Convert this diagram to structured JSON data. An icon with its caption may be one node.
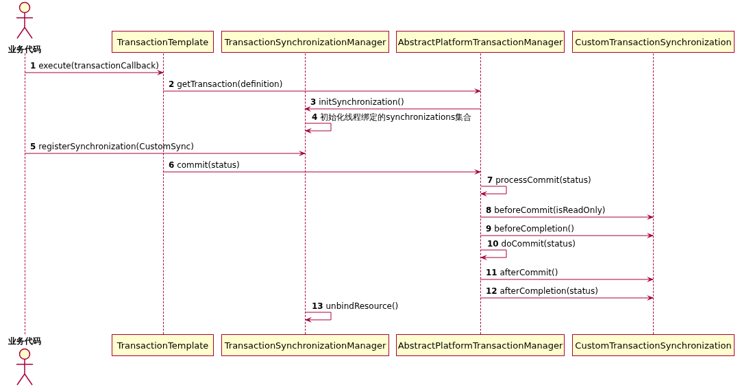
{
  "diagram": {
    "nodes": [
      {
        "text": [
          "业务代码"
        ]
      },
      {
        "text": [
          "TransactionTemplate"
        ]
      },
      {
        "text": [
          "TransactionSynchronizationManager"
        ]
      },
      {
        "text": [
          "AbstractPlatformTransactionManager"
        ]
      },
      {
        "text": [
          "CustomTransactionSynchronization"
        ]
      },
      {
        "text": [],
        "shape": "bar"
      },
      {
        "text": [],
        "shape": "bar"
      },
      {
        "text": [],
        "shape": "bar"
      },
      {
        "text": [],
        "shape": "bar"
      },
      {
        "text": [],
        "shape": "bar"
      },
      {
        "text": [
          "业务代码"
        ]
      },
      {
        "text": [
          "TransactionTemplate"
        ]
      },
      {
        "text": [
          "TransactionSynchronizationManager"
        ]
      },
      {
        "text": [
          "AbstractPlatformTransactionManager"
        ]
      },
      {
        "text": [
          "CustomTransactionSynchronization"
        ]
      }
    ],
    "edges": [
      {
        "from": 5,
        "to": 6,
        "arrow": "to",
        "label": "**1** execute(transactionCallback)"
      },
      {
        "from": 6,
        "to": 8,
        "arrow": "to",
        "label": "**2** getTransaction(definition)"
      },
      {
        "from": 8,
        "to": 7,
        "arrow": "to",
        "label": "**3** initSynchronization()"
      },
      {
        "from": 7,
        "to": 7,
        "arrow": "to",
        "label": "**4** 初始化线程绑定的synchronizations集合"
      },
      {
        "from": 5,
        "to": 7,
        "arrow": "to",
        "label": "**5** registerSynchronization(CustomSync)"
      },
      {
        "from": 6,
        "to": 8,
        "arrow": "to",
        "label": "**6** commit(status)"
      },
      {
        "from": 8,
        "to": 8,
        "arrow": "to",
        "label": "**7** processCommit(status)"
      },
      {
        "from": 8,
        "to": 9,
        "arrow": "to",
        "label": "**8** beforeCommit(isReadOnly)"
      },
      {
        "from": 8,
        "to": 9,
        "arrow": "to",
        "label": "**9** beforeCompletion()"
      },
      {
        "from": 8,
        "to": 8,
        "arrow": "to",
        "label": "**10** doCommit(status)"
      },
      {
        "from": 8,
        "to": 9,
        "arrow": "to",
        "label": "**11** afterCommit()"
      },
      {
        "from": 8,
        "to": 9,
        "arrow": "to",
        "label": "**12** afterCompletion(status)"
      },
      {
        "from": 7,
        "to": 7,
        "arrow": "to",
        "label": "**13** unbindResource()"
      }
    ]
  }
}
